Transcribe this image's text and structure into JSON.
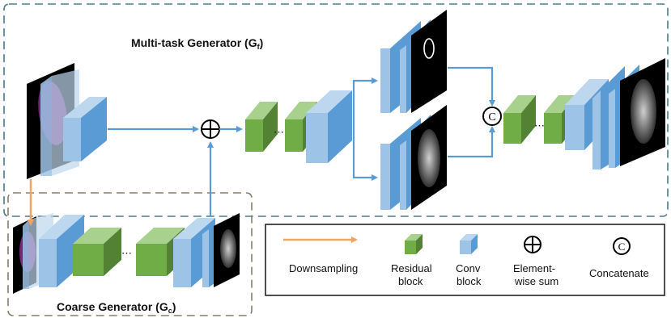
{
  "diagram": {
    "multitask_title": "Multi-task Generator (G",
    "multitask_sub": "f",
    "multitask_close": ")",
    "coarse_title": "Coarse Generator (G",
    "coarse_sub": "c",
    "coarse_close": ")",
    "dots": "⋯",
    "sum_symbol": "⊕",
    "concat_symbol": "©"
  },
  "legend": {
    "downsampling": "Downsampling",
    "residual_line1": "Residual",
    "residual_line2": "block",
    "conv_line1": "Conv",
    "conv_line2": "block",
    "sum_line1": "Element-",
    "sum_line2": "wise sum",
    "concatenate": "Concatenate"
  },
  "colors": {
    "conv": "#5b9bd5",
    "residual": "#70ad47",
    "arrow": "#5b9bd5",
    "downsample_arrow": "#f4a460",
    "multitask_border": "#4a7a8c",
    "coarse_border": "#8b7d6b"
  }
}
